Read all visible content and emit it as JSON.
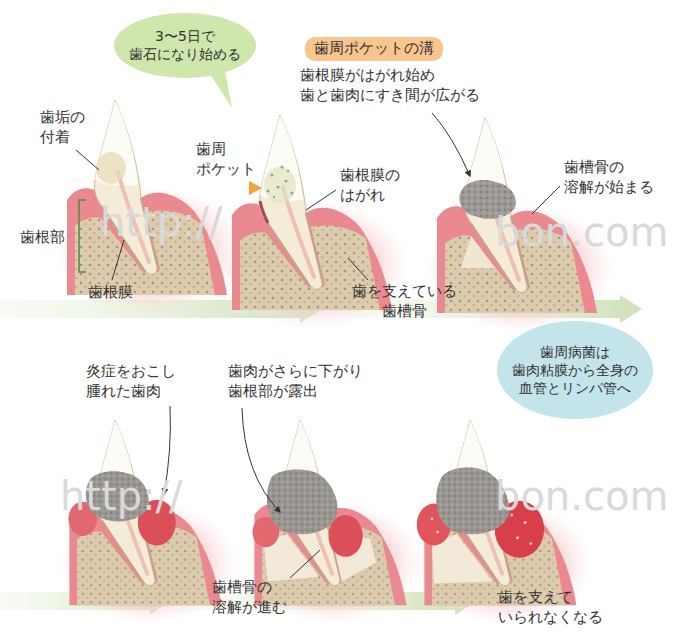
{
  "diagram": {
    "nodes": [
      {
        "text": [
          "3〜5日で 歯石になり始める"
        ]
      },
      {
        "text": [
          "歯周ポケットの溝"
        ]
      },
      {
        "text": [
          "歯周病菌は 歯肉粘膜から全身の 血管とリンパ管へ"
        ]
      }
    ],
    "labels": [
      "歯垢の 付着",
      "歯根部",
      "歯根膜",
      "歯周 ポケット",
      "歯根膜の はがれ",
      "歯を支えている 歯槽骨",
      "歯根膜がはがれ始め 歯と歯肉にすき間が広がる",
      "歯槽骨の 溶解が始まる",
      "炎症をおこし 腫れた歯肉",
      "歯肉がさらに下がり 歯根部が露出",
      "歯槽骨の 溶解が進む",
      "歯を支えて いられなくなる",
      "http://",
      "bon.com",
      "http://",
      "bon.com"
    ]
  }
}
